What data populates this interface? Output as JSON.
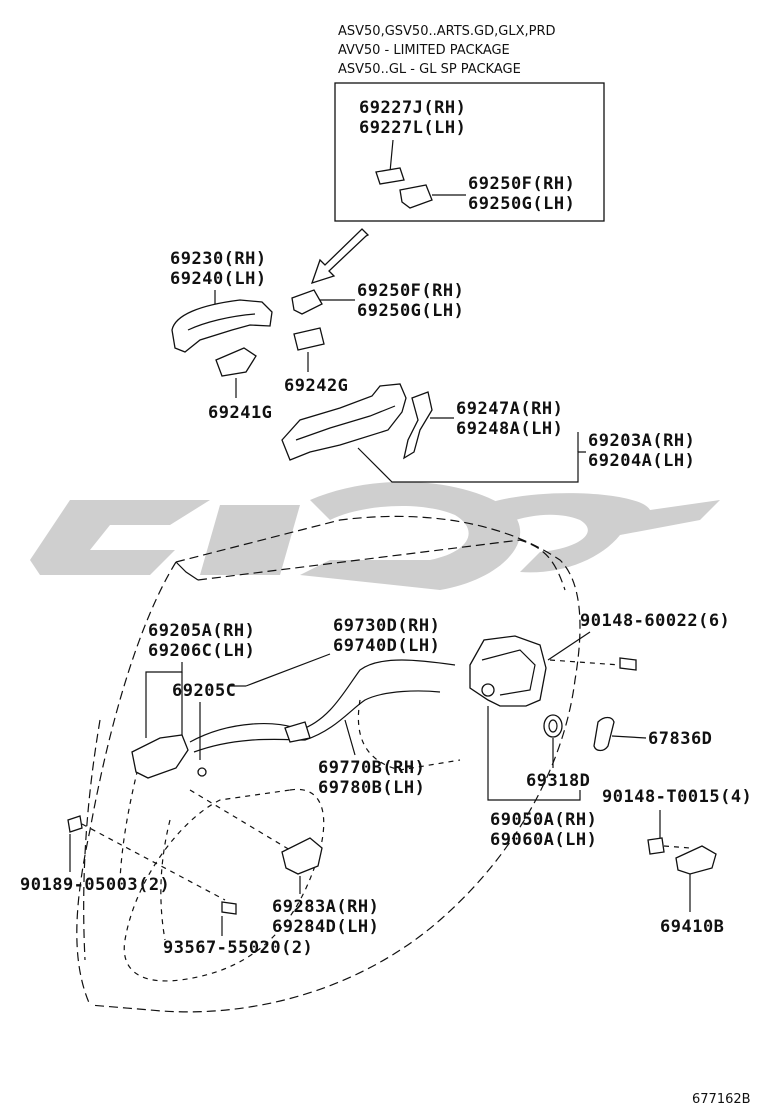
{
  "header_notes": [
    "ASV50,GSV50..ARTS.GD,GLX,PRD",
    "AVV50 - LIMITED PACKAGE",
    "ASV50..GL - GL SP PACKAGE"
  ],
  "labels": {
    "p69227j": "69227J(RH)",
    "p69227l": "69227L(LH)",
    "p69250f_inset": "69250F(RH)",
    "p69250g_inset": "69250G(LH)",
    "p69230": "69230(RH)",
    "p69240": "69240(LH)",
    "p69250f": "69250F(RH)",
    "p69250g": "69250G(LH)",
    "p69242g": "69242G",
    "p69241g": "69241G",
    "p69247a": "69247A(RH)",
    "p69248a": "69248A(LH)",
    "p69203a": "69203A(RH)",
    "p69204a": "69204A(LH)",
    "p69205a": "69205A(RH)",
    "p69206c": "69206C(LH)",
    "p69205c": "69205C",
    "p69730d": "69730D(RH)",
    "p69740d": "69740D(LH)",
    "p90148_60022": "90148-60022(6)",
    "p67836d": "67836D",
    "p69318d": "69318D",
    "p69770b": "69770B(RH)",
    "p69780b": "69780B(LH)",
    "p69050a": "69050A(RH)",
    "p69060a": "69060A(LH)",
    "p90148_t0015": "90148-T0015(4)",
    "p90189_05003": "90189-05003(2)",
    "p69283a": "69283A(RH)",
    "p69284d": "69284D(LH)",
    "p93567_55020": "93567-55020(2)",
    "p69410b": "69410B"
  },
  "diagram_ref": "677162B",
  "colors": {
    "line": "#111111",
    "watermark": "#cfcfcf"
  }
}
